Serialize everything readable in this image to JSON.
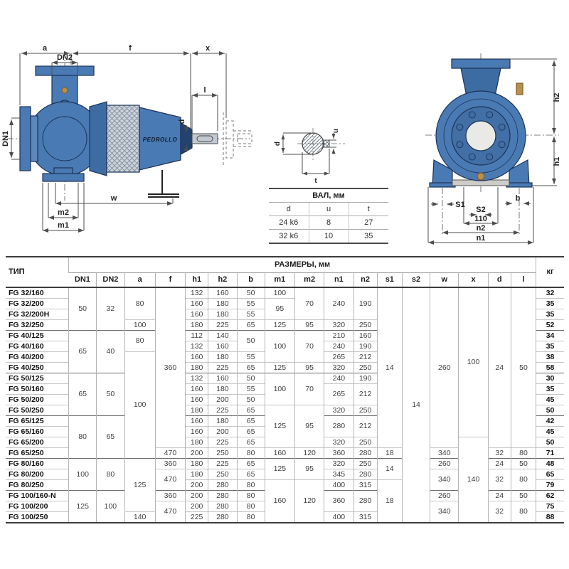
{
  "colors": {
    "pump_blue": "#4a7ab3",
    "pump_navy": "#1c3358",
    "fin_gray": "#ccd3da",
    "shaft_gray": "#c2c8cf",
    "brass": "#b8904a",
    "dim_line": "#4d4d4d",
    "table_thick": "#3c3c3c",
    "table_thin": "#b4b4b4"
  },
  "side_view": {
    "brand": "PEDROLLO",
    "dims": {
      "a": "a",
      "f": "f",
      "x": "x",
      "dn2": "DN2",
      "l": "l",
      "d": "d",
      "dn1": "DN1",
      "w": "w",
      "m2": "m2",
      "m1": "m1"
    }
  },
  "shaft_section": {
    "dims": {
      "d": "d",
      "u": "u",
      "t": "t"
    }
  },
  "shaft_table": {
    "title": "ВАЛ, мм",
    "columns": [
      "d",
      "u",
      "t"
    ],
    "rows": [
      [
        "24 k6",
        "8",
        "27"
      ],
      [
        "32 k6",
        "10",
        "35"
      ]
    ]
  },
  "front_view": {
    "dims": {
      "h2": "h2",
      "h1": "h1",
      "s1": "S1",
      "s2": "S2",
      "w110": "110",
      "n2": "n2",
      "n1": "n1",
      "b": "b"
    }
  },
  "table": {
    "corner": "ТИП",
    "sizes_header": "РАЗМЕРЫ, мм",
    "kg_header": "кг",
    "columns": [
      "DN1",
      "DN2",
      "a",
      "f",
      "h1",
      "h2",
      "b",
      "m1",
      "m2",
      "n1",
      "n2",
      "s1",
      "s2",
      "w",
      "x",
      "d",
      "l"
    ],
    "rows": [
      {
        "type": "FG 32/160",
        "kg": "32",
        "cells": {
          "DN1": [
            "50",
            4
          ],
          "DN2": [
            "32",
            4
          ],
          "a": [
            "80",
            3
          ],
          "f": [
            "360",
            15
          ],
          "h1": [
            "132",
            1
          ],
          "h2": [
            "160",
            1
          ],
          "b": [
            "50",
            1
          ],
          "m1": [
            "100",
            1
          ],
          "m2": [
            "70",
            3
          ],
          "n1": [
            "240",
            3
          ],
          "n2": [
            "190",
            3
          ],
          "s1": [
            "14",
            15
          ],
          "s2": [
            "14",
            22
          ],
          "w": [
            "260",
            15
          ],
          "x": [
            "100",
            14
          ],
          "d": [
            "24",
            15
          ],
          "l": [
            "50",
            15
          ]
        }
      },
      {
        "type": "FG 32/200",
        "kg": "35",
        "cells": {
          "h1": [
            "160",
            1
          ],
          "h2": [
            "180",
            1
          ],
          "b": [
            "55",
            1
          ],
          "m1": [
            "95",
            2
          ]
        }
      },
      {
        "type": "FG 32/200H",
        "kg": "35",
        "cells": {
          "h1": [
            "160",
            1
          ],
          "h2": [
            "180",
            1
          ],
          "b": [
            "55",
            1
          ]
        }
      },
      {
        "type": "FG 32/250",
        "kg": "52",
        "cells": {
          "a": [
            "100",
            1
          ],
          "h1": [
            "180",
            1
          ],
          "h2": [
            "225",
            1
          ],
          "b": [
            "65",
            1
          ],
          "m1": [
            "125",
            1
          ],
          "m2": [
            "95",
            1
          ],
          "n1": [
            "320",
            1
          ],
          "n2": [
            "250",
            1
          ]
        }
      },
      {
        "type": "FG 40/125",
        "kg": "34",
        "group": true,
        "cells": {
          "DN1": [
            "65",
            4
          ],
          "DN2": [
            "40",
            4
          ],
          "a": [
            "80",
            2
          ],
          "h1": [
            "112",
            1
          ],
          "h2": [
            "140",
            1
          ],
          "b": [
            "50",
            2
          ],
          "m1": [
            "100",
            3
          ],
          "m2": [
            "70",
            3
          ],
          "n1": [
            "210",
            1
          ],
          "n2": [
            "160",
            1
          ]
        }
      },
      {
        "type": "FG 40/160",
        "kg": "35",
        "cells": {
          "h1": [
            "132",
            1
          ],
          "h2": [
            "160",
            1
          ],
          "n1": [
            "240",
            1
          ],
          "n2": [
            "190",
            1
          ]
        }
      },
      {
        "type": "FG 40/200",
        "kg": "38",
        "cells": {
          "a": [
            "100",
            10
          ],
          "h1": [
            "160",
            1
          ],
          "h2": [
            "180",
            1
          ],
          "b": [
            "55",
            1
          ],
          "n1": [
            "265",
            1
          ],
          "n2": [
            "212",
            1
          ]
        }
      },
      {
        "type": "FG 40/250",
        "kg": "58",
        "cells": {
          "h1": [
            "180",
            1
          ],
          "h2": [
            "225",
            1
          ],
          "b": [
            "65",
            1
          ],
          "m1": [
            "125",
            1
          ],
          "m2": [
            "95",
            1
          ],
          "n1": [
            "320",
            1
          ],
          "n2": [
            "250",
            1
          ]
        }
      },
      {
        "type": "FG 50/125",
        "kg": "30",
        "group": true,
        "cells": {
          "DN1": [
            "65",
            4
          ],
          "DN2": [
            "50",
            4
          ],
          "h1": [
            "132",
            1
          ],
          "h2": [
            "160",
            1
          ],
          "b": [
            "50",
            1
          ],
          "m1": [
            "100",
            3
          ],
          "m2": [
            "70",
            3
          ],
          "n1": [
            "240",
            1
          ],
          "n2": [
            "190",
            1
          ]
        }
      },
      {
        "type": "FG 50/160",
        "kg": "35",
        "cells": {
          "h1": [
            "160",
            1
          ],
          "h2": [
            "180",
            1
          ],
          "b": [
            "55",
            1
          ],
          "n1": [
            "265",
            2
          ],
          "n2": [
            "212",
            2
          ]
        }
      },
      {
        "type": "FG 50/200",
        "kg": "45",
        "cells": {
          "h1": [
            "160",
            1
          ],
          "h2": [
            "200",
            1
          ],
          "b": [
            "50",
            1
          ]
        }
      },
      {
        "type": "FG 50/250",
        "kg": "50",
        "cells": {
          "h1": [
            "180",
            1
          ],
          "h2": [
            "225",
            1
          ],
          "b": [
            "65",
            1
          ],
          "m1": [
            "125",
            4
          ],
          "m2": [
            "95",
            4
          ],
          "n1": [
            "320",
            1
          ],
          "n2": [
            "250",
            1
          ]
        }
      },
      {
        "type": "FG 65/125",
        "kg": "42",
        "group": true,
        "cells": {
          "DN1": [
            "80",
            4
          ],
          "DN2": [
            "65",
            4
          ],
          "h1": [
            "160",
            1
          ],
          "h2": [
            "180",
            1
          ],
          "b": [
            "65",
            1
          ],
          "n1": [
            "280",
            2
          ],
          "n2": [
            "212",
            2
          ]
        }
      },
      {
        "type": "FG 65/160",
        "kg": "45",
        "cells": {
          "h1": [
            "160",
            1
          ],
          "h2": [
            "200",
            1
          ],
          "b": [
            "65",
            1
          ]
        }
      },
      {
        "type": "FG 65/200",
        "kg": "50",
        "cells": {
          "h1": [
            "180",
            1
          ],
          "h2": [
            "225",
            1
          ],
          "b": [
            "65",
            1
          ],
          "n1": [
            "320",
            1
          ],
          "n2": [
            "250",
            1
          ],
          "x": [
            "140",
            8
          ]
        }
      },
      {
        "type": "FG 65/250",
        "kg": "71",
        "cells": {
          "f": [
            "470",
            1
          ],
          "h1": [
            "200",
            1
          ],
          "h2": [
            "250",
            1
          ],
          "b": [
            "80",
            1
          ],
          "m1": [
            "160",
            1
          ],
          "m2": [
            "120",
            1
          ],
          "n1": [
            "360",
            1
          ],
          "n2": [
            "280",
            1
          ],
          "s1": [
            "18",
            1
          ],
          "w": [
            "340",
            1
          ],
          "d": [
            "32",
            1
          ],
          "l": [
            "80",
            1
          ]
        }
      },
      {
        "type": "FG 80/160",
        "kg": "48",
        "group": true,
        "cells": {
          "DN1": [
            "100",
            3
          ],
          "DN2": [
            "80",
            3
          ],
          "a": [
            "125",
            5
          ],
          "f": [
            "360",
            1
          ],
          "h1": [
            "180",
            1
          ],
          "h2": [
            "225",
            1
          ],
          "b": [
            "65",
            1
          ],
          "m1": [
            "125",
            2
          ],
          "m2": [
            "95",
            2
          ],
          "n1": [
            "320",
            1
          ],
          "n2": [
            "250",
            1
          ],
          "s1": [
            "14",
            2
          ],
          "w": [
            "260",
            1
          ],
          "d": [
            "24",
            1
          ],
          "l": [
            "50",
            1
          ]
        }
      },
      {
        "type": "FG 80/200",
        "kg": "65",
        "cells": {
          "f": [
            "470",
            2
          ],
          "h1": [
            "180",
            1
          ],
          "h2": [
            "250",
            1
          ],
          "b": [
            "65",
            1
          ],
          "n1": [
            "345",
            1
          ],
          "n2": [
            "280",
            1
          ],
          "w": [
            "340",
            2
          ],
          "d": [
            "32",
            2
          ],
          "l": [
            "80",
            2
          ]
        }
      },
      {
        "type": "FG 80/250",
        "kg": "79",
        "cells": {
          "h1": [
            "200",
            1
          ],
          "h2": [
            "280",
            1
          ],
          "b": [
            "80",
            1
          ],
          "m1": [
            "160",
            4
          ],
          "m2": [
            "120",
            4
          ],
          "n1": [
            "400",
            1
          ],
          "n2": [
            "315",
            1
          ],
          "s1": [
            "18",
            4
          ]
        }
      },
      {
        "type": "FG 100/160-N",
        "kg": "62",
        "group": true,
        "cells": {
          "DN1": [
            "125",
            3
          ],
          "DN2": [
            "100",
            3
          ],
          "f": [
            "360",
            1
          ],
          "h1": [
            "200",
            1
          ],
          "h2": [
            "280",
            1
          ],
          "b": [
            "80",
            1
          ],
          "n1": [
            "360",
            2
          ],
          "n2": [
            "280",
            2
          ],
          "w": [
            "260",
            1
          ],
          "d": [
            "24",
            1
          ],
          "l": [
            "50",
            1
          ]
        }
      },
      {
        "type": "FG 100/200",
        "kg": "75",
        "cells": {
          "f": [
            "470",
            2
          ],
          "h1": [
            "200",
            1
          ],
          "h2": [
            "280",
            1
          ],
          "b": [
            "80",
            1
          ],
          "w": [
            "340",
            2
          ],
          "d": [
            "32",
            2
          ],
          "l": [
            "80",
            2
          ]
        }
      },
      {
        "type": "FG 100/250",
        "kg": "88",
        "cells": {
          "a": [
            "140",
            1
          ],
          "h1": [
            "225",
            1
          ],
          "h2": [
            "280",
            1
          ],
          "b": [
            "80",
            1
          ],
          "n1": [
            "400",
            1
          ],
          "n2": [
            "315",
            1
          ]
        }
      }
    ]
  }
}
